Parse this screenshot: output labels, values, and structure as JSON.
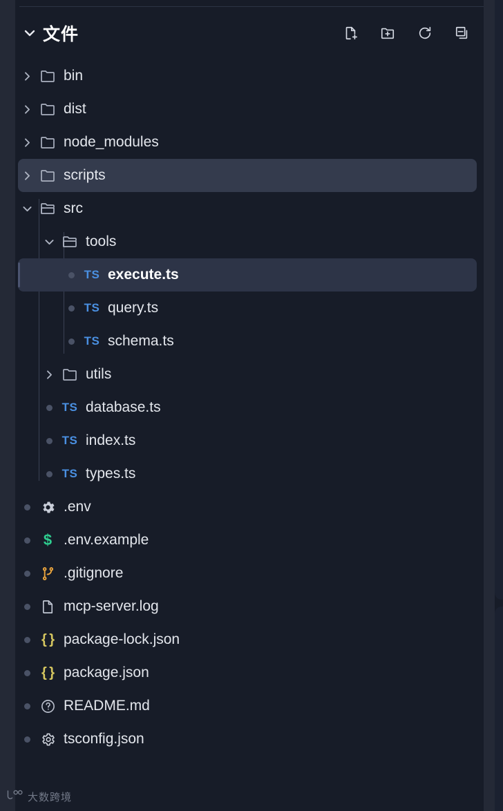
{
  "panel": {
    "title": "文件",
    "collapse_chevron_icon": "chevron-down-icon",
    "actions": [
      {
        "name": "new-file-button",
        "icon": "new-file-icon",
        "label": "New File"
      },
      {
        "name": "new-folder-button",
        "icon": "new-folder-icon",
        "label": "New Folder"
      },
      {
        "name": "refresh-button",
        "icon": "refresh-icon",
        "label": "Refresh Explorer"
      },
      {
        "name": "collapse-all-button",
        "icon": "collapse-all-icon",
        "label": "Collapse Folders in Explorer"
      }
    ]
  },
  "colors": {
    "background": "#171c28",
    "gutter": "#242936",
    "row_hover": "#343b4d",
    "row_selected": "#2d3447",
    "text": "#e3e6ec",
    "ts_blue": "#4a90e2",
    "json_yellow": "#d6c760",
    "dollar_green": "#2ecc8f",
    "git_orange": "#e8a33d",
    "indent_guide": "#3a4154"
  },
  "tree": [
    {
      "name": "bin",
      "type": "folder",
      "indent": 0,
      "expanded": false,
      "icon": "folder-icon",
      "state": "normal"
    },
    {
      "name": "dist",
      "type": "folder",
      "indent": 0,
      "expanded": false,
      "icon": "folder-icon",
      "state": "normal"
    },
    {
      "name": "node_modules",
      "type": "folder",
      "indent": 0,
      "expanded": false,
      "icon": "folder-icon",
      "state": "normal"
    },
    {
      "name": "scripts",
      "type": "folder",
      "indent": 0,
      "expanded": false,
      "icon": "folder-icon",
      "state": "hovered"
    },
    {
      "name": "src",
      "type": "folder",
      "indent": 0,
      "expanded": true,
      "icon": "folder-open-icon",
      "state": "normal"
    },
    {
      "name": "tools",
      "type": "folder",
      "indent": 1,
      "expanded": true,
      "icon": "folder-open-icon",
      "state": "normal"
    },
    {
      "name": "execute.ts",
      "type": "file",
      "indent": 2,
      "icon": "ts-icon",
      "state": "selected"
    },
    {
      "name": "query.ts",
      "type": "file",
      "indent": 2,
      "icon": "ts-icon",
      "state": "normal"
    },
    {
      "name": "schema.ts",
      "type": "file",
      "indent": 2,
      "icon": "ts-icon",
      "state": "normal"
    },
    {
      "name": "utils",
      "type": "folder",
      "indent": 1,
      "expanded": false,
      "icon": "folder-icon",
      "state": "normal"
    },
    {
      "name": "database.ts",
      "type": "file",
      "indent": 1,
      "icon": "ts-icon",
      "state": "normal"
    },
    {
      "name": "index.ts",
      "type": "file",
      "indent": 1,
      "icon": "ts-icon",
      "state": "normal"
    },
    {
      "name": "types.ts",
      "type": "file",
      "indent": 1,
      "icon": "ts-icon",
      "state": "normal"
    },
    {
      "name": ".env",
      "type": "file",
      "indent": 0,
      "icon": "gear-solid-icon",
      "state": "normal"
    },
    {
      "name": ".env.example",
      "type": "file",
      "indent": 0,
      "icon": "dollar-icon",
      "state": "normal"
    },
    {
      "name": ".gitignore",
      "type": "file",
      "indent": 0,
      "icon": "git-branch-icon",
      "state": "normal"
    },
    {
      "name": "mcp-server.log",
      "type": "file",
      "indent": 0,
      "icon": "document-icon",
      "state": "normal"
    },
    {
      "name": "package-lock.json",
      "type": "file",
      "indent": 0,
      "icon": "json-braces-icon",
      "state": "normal"
    },
    {
      "name": "package.json",
      "type": "file",
      "indent": 0,
      "icon": "json-braces-icon",
      "state": "normal"
    },
    {
      "name": "README.md",
      "type": "file",
      "indent": 0,
      "icon": "info-circle-icon",
      "state": "normal"
    },
    {
      "name": "tsconfig.json",
      "type": "file",
      "indent": 0,
      "icon": "gear-outline-icon",
      "state": "normal"
    }
  ],
  "watermark": {
    "text": "大数跨境",
    "logo": "brand-logo-icon"
  }
}
